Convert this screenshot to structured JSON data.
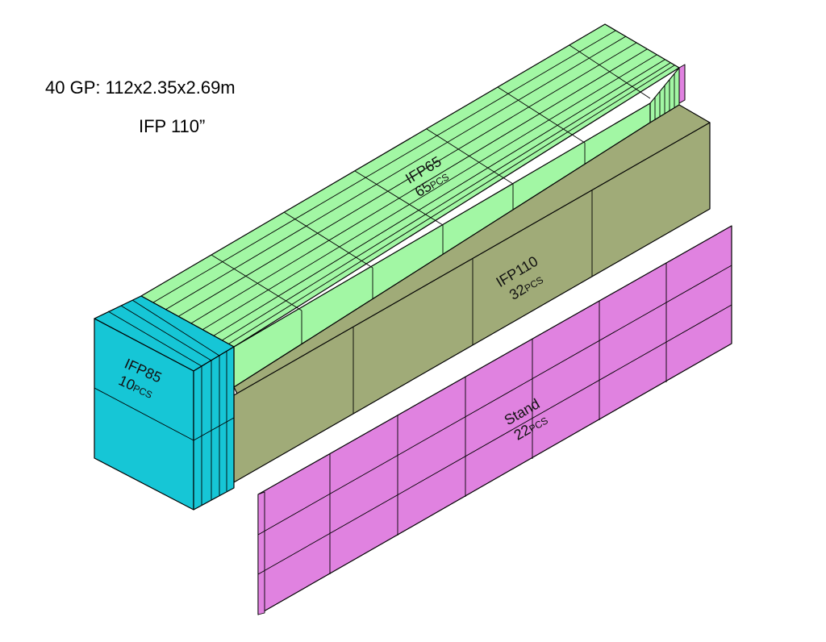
{
  "header": {
    "container_spec": "40 GP: 112x2.35x2.69m",
    "product": "IFP 110”"
  },
  "blocks": [
    {
      "id": "ifp85",
      "name": "IFP85",
      "count": "10",
      "unit": "PCS",
      "color": "#16c6d6"
    },
    {
      "id": "ifp65",
      "name": "IFP65",
      "count": "65",
      "unit": "PCS",
      "color": "#a2f7a4"
    },
    {
      "id": "ifp110",
      "name": "IFP110",
      "count": "32",
      "unit": "PCS",
      "color": "#a0ab78"
    },
    {
      "id": "stand",
      "name": "Stand",
      "count": "22",
      "unit": "PCS",
      "color": "#e082e0"
    }
  ]
}
